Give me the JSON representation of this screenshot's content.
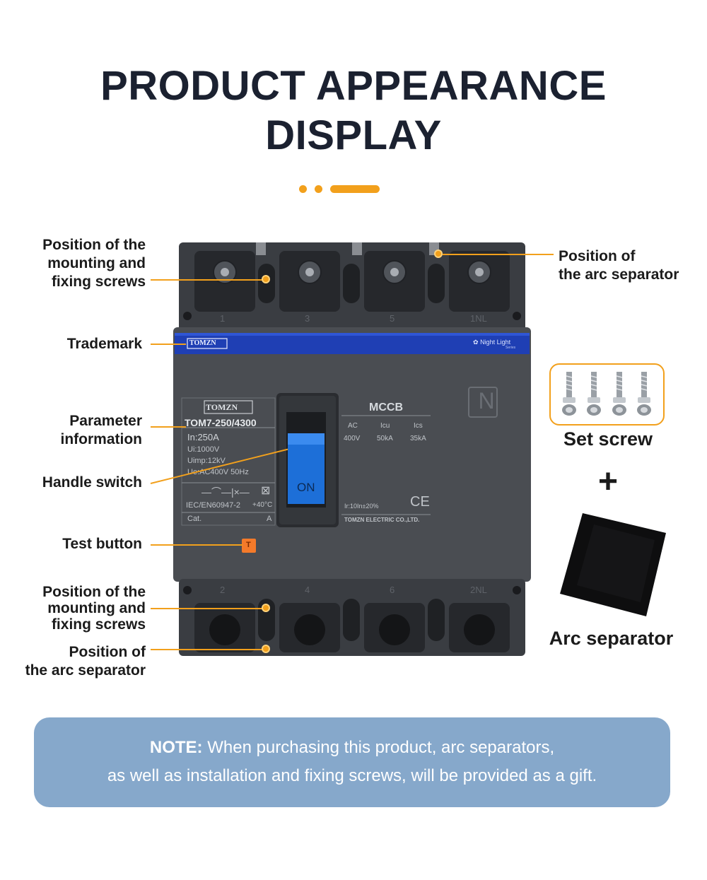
{
  "header": {
    "title_line1": "PRODUCT APPEARANCE",
    "title_line2": "DISPLAY"
  },
  "accent_color": "#f2a01c",
  "labels": {
    "mount_screws_top": [
      "Position of the",
      "mounting and",
      "fixing screws"
    ],
    "arc_separator_top": [
      "Position of",
      "the arc separator"
    ],
    "trademark": "Trademark",
    "parameter_info": [
      "Parameter",
      "information"
    ],
    "handle_switch": "Handle switch",
    "test_button": "Test button",
    "mount_screws_bottom": [
      "Position of the",
      "mounting and",
      "fixing screws"
    ],
    "arc_separator_bottom": [
      "Position of",
      "the arc separator"
    ]
  },
  "breaker": {
    "brand_band": "TOMZN",
    "night_light": "Night Light",
    "night_light_sub": "Series",
    "brand_plate": "TOMZN",
    "model": "TOM7-250/4300",
    "in_rating": "In:250A",
    "ui": "Ui:1000V",
    "uimp": "Uimp:12kV",
    "ue": "Ue:AC400V 50Hz",
    "standard": "IEC/EN60947-2",
    "temp": "+40°C",
    "cat": "Cat.",
    "cat_val": "A",
    "mccb": "MCCB",
    "col_ac": "AC",
    "col_icu": "Icu",
    "col_ics": "Ics",
    "val_ac": "400V",
    "val_icu": "50kA",
    "val_ics": "35kA",
    "ir": "Ir:10In±20%",
    "ce": "CE",
    "company": "TOMZN ELECTRIC CO.,LTD.",
    "handle_label": "ON",
    "test_label": "T",
    "n_mark": "N",
    "top_terminals": [
      "1",
      "3",
      "5",
      "1NL"
    ],
    "bottom_terminals": [
      "2",
      "4",
      "6",
      "2NL"
    ]
  },
  "accessories": {
    "set_screw": "Set screw",
    "plus": "+",
    "arc_separator": "Arc separator"
  },
  "note": {
    "bold": "NOTE:",
    "line1": " When purchasing this product, arc separators,",
    "line2": "as well as installation and fixing screws, will be provided as a gift."
  }
}
